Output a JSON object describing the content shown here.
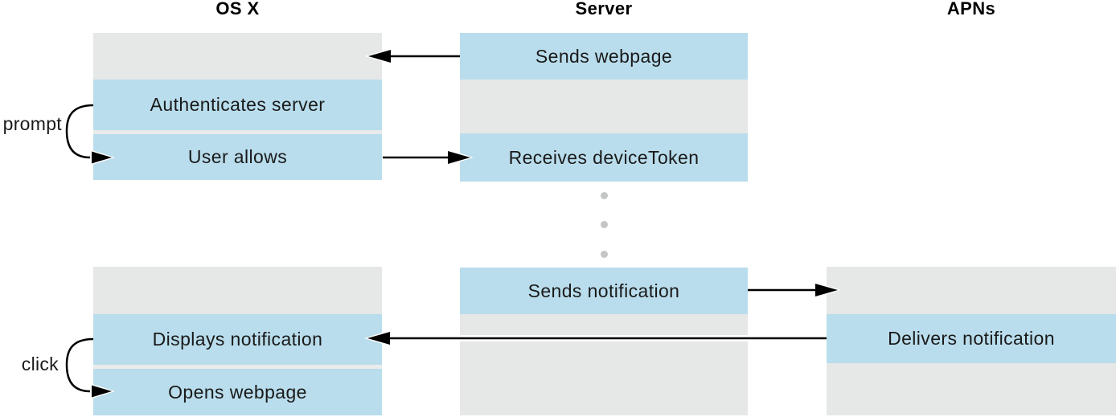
{
  "diagram": {
    "type": "sequence-swimlane",
    "columns": [
      {
        "id": "osx",
        "title": "OS X",
        "blocks": [
          {
            "name": "registration-phase",
            "rows": [
              {
                "label": "",
                "state": "idle"
              },
              {
                "label": "Authenticates server",
                "state": "active"
              },
              {
                "label": "User allows",
                "state": "active"
              }
            ]
          },
          {
            "name": "notification-phase",
            "rows": [
              {
                "label": "",
                "state": "idle"
              },
              {
                "label": "Displays notification",
                "state": "active"
              },
              {
                "label": "Opens webpage",
                "state": "active"
              }
            ]
          }
        ]
      },
      {
        "id": "server",
        "title": "Server",
        "blocks": [
          {
            "name": "registration-phase",
            "rows": [
              {
                "label": "Sends webpage",
                "state": "active"
              },
              {
                "label": "",
                "state": "idle"
              },
              {
                "label": "Receives deviceToken",
                "state": "active"
              }
            ]
          },
          {
            "name": "notification-phase",
            "rows": [
              {
                "label": "Sends notification",
                "state": "active"
              },
              {
                "label": "",
                "state": "idle"
              }
            ]
          }
        ]
      },
      {
        "id": "apns",
        "title": "APNs",
        "blocks": [
          {
            "name": "notification-phase",
            "rows": [
              {
                "label": "",
                "state": "idle"
              },
              {
                "label": "Delivers notification",
                "state": "active"
              },
              {
                "label": "",
                "state": "idle"
              }
            ]
          }
        ]
      }
    ],
    "annotations": [
      {
        "id": "prompt",
        "label": "prompt",
        "connects": [
          "Authenticates server",
          "User allows"
        ]
      },
      {
        "id": "click",
        "label": "click",
        "connects": [
          "Displays notification",
          "Opens webpage"
        ]
      }
    ],
    "arrows": [
      {
        "from": "Sends webpage",
        "to": "OS X idle row",
        "direction": "left"
      },
      {
        "from": "User allows",
        "to": "Receives deviceToken",
        "direction": "right"
      },
      {
        "from": "Sends notification",
        "to": "APNs idle row",
        "direction": "right"
      },
      {
        "from": "Delivers notification",
        "to": "Displays notification",
        "direction": "left"
      }
    ],
    "ellipsis": {
      "dot_count": 3
    }
  },
  "colors": {
    "active_row": "#b9ddec",
    "idle_row": "#e6e7e7",
    "row_separator": "#eaebeb",
    "ellipsis_dot": "#c4c5c5",
    "text": "#1a1a1a",
    "heading_text": "#000000",
    "arrow": "#000000",
    "background": "#ffffff"
  }
}
